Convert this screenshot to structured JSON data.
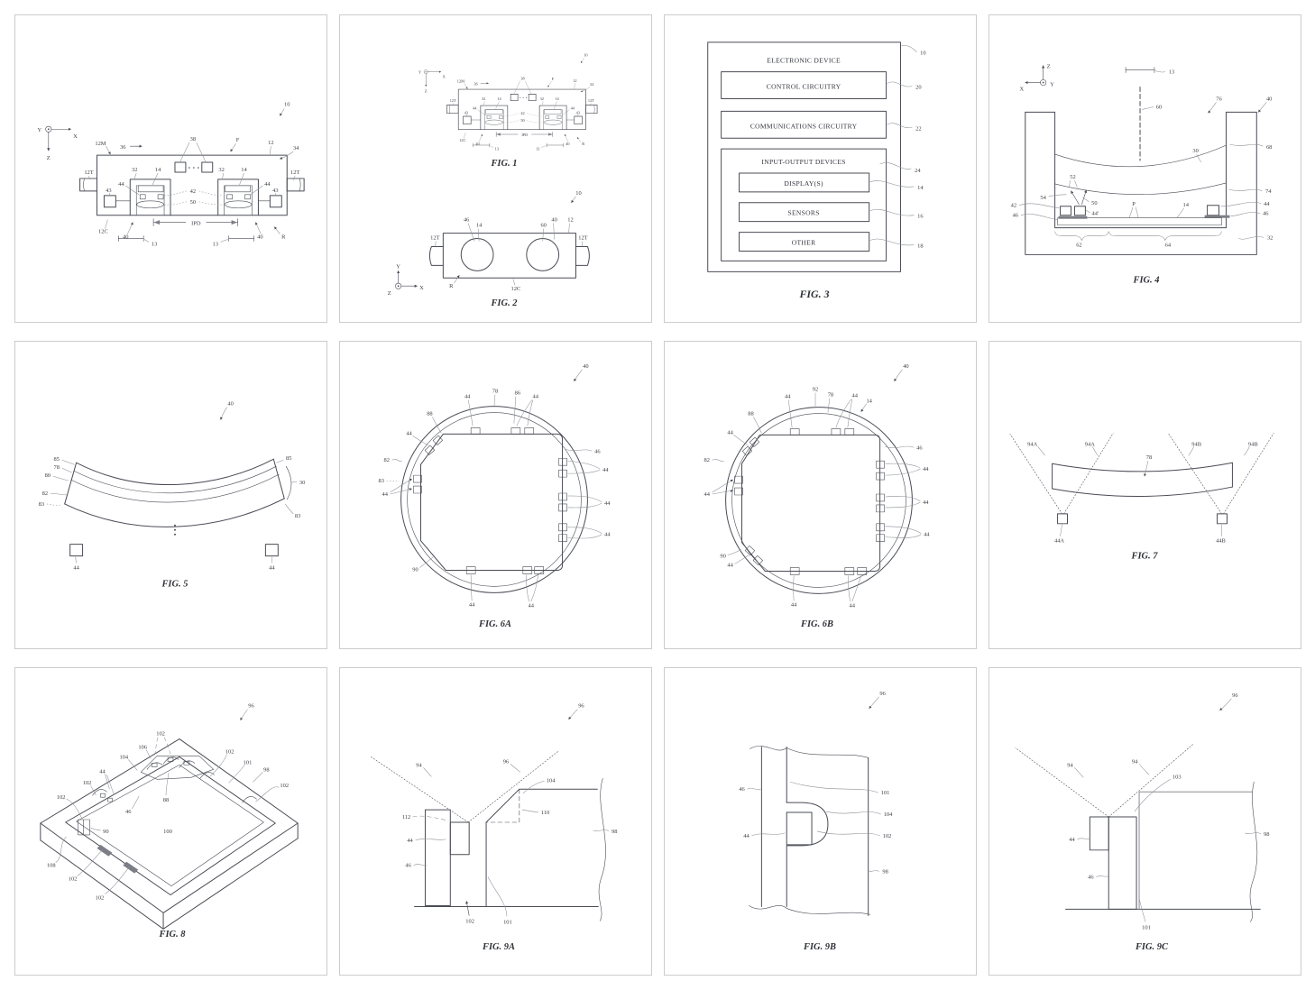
{
  "figures": {
    "fig1": {
      "caption": "FIG. 1",
      "axes": {
        "x": "X",
        "y": "Y",
        "z": "Z"
      },
      "refs": {
        "r10": "10",
        "r12M": "12M",
        "r36": "36",
        "r38": "38",
        "rF": "F",
        "r12": "12",
        "r34": "34",
        "r12T_l": "12T",
        "r12T_r": "12T",
        "r32_l": "32",
        "r14_l": "14",
        "r32_r": "32",
        "r14_r": "14",
        "r44_l": "44",
        "r44_r": "44",
        "r43_l": "43",
        "r43_r": "43",
        "r42": "42",
        "r50": "50",
        "r12C": "12C",
        "r40_l": "40",
        "r40_r": "40",
        "rIPD": "IPD",
        "r13_l": "13",
        "r13_r": "13",
        "rR": "R"
      }
    },
    "fig2": {
      "caption": "FIG. 2",
      "axes": {
        "x": "X",
        "y": "Y",
        "z": "Z"
      },
      "refs": {
        "r10": "10",
        "r46": "46",
        "r14": "14",
        "r60": "60",
        "r40": "40",
        "r12": "12",
        "r12T_l": "12T",
        "r12T_r": "12T",
        "rR": "R",
        "r12C": "12C"
      }
    },
    "fig3": {
      "caption": "FIG. 3",
      "title": "ELECTRONIC DEVICE",
      "blocks": {
        "control": "CONTROL CIRCUITRY",
        "comms": "COMMUNICATIONS CIRCUITRY",
        "io": "INPUT-OUTPUT DEVICES",
        "display": "DISPLAY(S)",
        "sensors": "SENSORS",
        "other": "OTHER"
      },
      "refs": {
        "r10": "10",
        "r20": "20",
        "r22": "22",
        "r24": "24",
        "r14": "14",
        "r16": "16",
        "r18": "18"
      }
    },
    "fig4": {
      "caption": "FIG. 4",
      "axes": {
        "x": "X",
        "y": "Y",
        "z": "Z"
      },
      "refs": {
        "r13": "13",
        "r60": "60",
        "r76": "76",
        "r40": "40",
        "r30": "30",
        "r68": "68",
        "r74": "74",
        "r52": "52",
        "r54": "54",
        "r50": "50",
        "r42": "42",
        "r46_l": "46",
        "r44p": "44'",
        "rP": "P",
        "r14": "14",
        "r44": "44",
        "r46_r": "46",
        "r62": "62",
        "r64": "64",
        "r32": "32"
      }
    },
    "fig5": {
      "caption": "FIG. 5",
      "refs": {
        "r40": "40",
        "r85_l": "85",
        "r78": "78",
        "r80": "80",
        "r82": "82",
        "r83_l": "83",
        "r85_r": "85",
        "r30": "30",
        "r83_r": "83",
        "r44_l": "44",
        "r44_r": "44"
      }
    },
    "fig6a": {
      "caption": "FIG. 6A",
      "refs": {
        "r40": "40",
        "r44_t": "44",
        "r78": "78",
        "r86": "86",
        "r44_t2": "44",
        "r88": "88",
        "r44_ul": "44",
        "r82": "82",
        "r83": "83",
        "r44_l": "44",
        "r46": "46",
        "r44_r1": "44",
        "r44_r2": "44",
        "r44_r3": "44",
        "r90": "90",
        "r44_b1": "44",
        "r44_b2": "44"
      }
    },
    "fig6b": {
      "caption": "FIG. 6B",
      "refs": {
        "r40": "40",
        "r44_t": "44",
        "r92": "92",
        "r78": "78",
        "r44_t2": "44",
        "r14": "14",
        "r88": "88",
        "r44_ul": "44",
        "r82": "82",
        "r44_l": "44",
        "r46": "46",
        "r44_r1": "44",
        "r44_r2": "44",
        "r44_r3": "44",
        "r90": "90",
        "r44_bl": "44",
        "r44_b1": "44",
        "r44_b2": "44"
      }
    },
    "fig7": {
      "caption": "FIG. 7",
      "refs": {
        "r94A_l": "94A",
        "r94A_r": "94A",
        "r94B_l": "94B",
        "r94B_r": "94B",
        "r78": "78",
        "r44A": "44A",
        "r44B": "44B"
      }
    },
    "fig8": {
      "caption": "FIG. 8",
      "refs": {
        "r96": "96",
        "r102_t": "102",
        "r106": "106",
        "r104": "104",
        "r44": "44",
        "r102_l1": "102",
        "r102_l2": "102",
        "r102_r": "102",
        "r101": "101",
        "r98": "98",
        "r102_fr": "102",
        "r88": "88",
        "r46": "46",
        "r90": "90",
        "r100": "100",
        "r108": "108",
        "r102_b1": "102",
        "r102_b2": "102"
      }
    },
    "fig9a": {
      "caption": "FIG. 9A",
      "refs": {
        "r96": "96",
        "r94": "94",
        "r96b": "96",
        "r104": "104",
        "r110": "110",
        "r112": "112",
        "r44": "44",
        "r46": "46",
        "r102": "102",
        "r101": "101",
        "r98": "98"
      }
    },
    "fig9b": {
      "caption": "FIG. 9B",
      "refs": {
        "r96": "96",
        "r46": "46",
        "r44": "44",
        "r101": "101",
        "r104": "104",
        "r102": "102",
        "r98": "98"
      }
    },
    "fig9c": {
      "caption": "FIG. 9C",
      "refs": {
        "r96": "96",
        "r94_l": "94",
        "r94_r": "94",
        "r103": "103",
        "r44": "44",
        "r46": "46",
        "r101": "101",
        "r98": "98"
      }
    }
  }
}
